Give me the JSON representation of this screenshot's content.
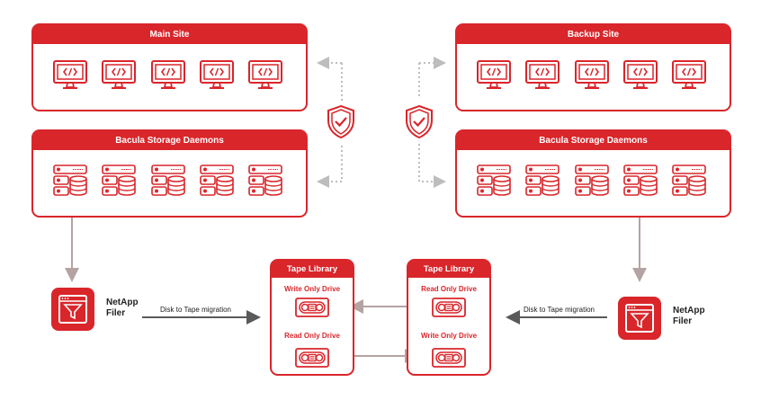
{
  "main_site": {
    "title": "Main Site",
    "storage_title": "Bacula Storage Daemons"
  },
  "backup_site": {
    "title": "Backup Site",
    "storage_title": "Bacula Storage Daemons"
  },
  "netapp": {
    "label_line1": "NetApp",
    "label_line2": "Filer"
  },
  "migration_label": "Disk to Tape migration",
  "tape_library_left": {
    "title": "Tape Library",
    "drive1": "Write Only Drive",
    "drive2": "Read Only Drive"
  },
  "tape_library_right": {
    "title": "Tape Library",
    "drive1": "Read Only Drive",
    "drive2": "Write Only Drive"
  },
  "colors": {
    "accent": "#d9262b",
    "connector": "#b5a3a3",
    "dotted": "#bdbdbd",
    "arrow_dark": "#5a5a5a"
  },
  "icons": {
    "computer": "code-monitor-icon",
    "server": "server-database-icon",
    "shield": "shield-check-icon",
    "filter": "filter-icon",
    "tape": "tape-cassette-icon"
  }
}
